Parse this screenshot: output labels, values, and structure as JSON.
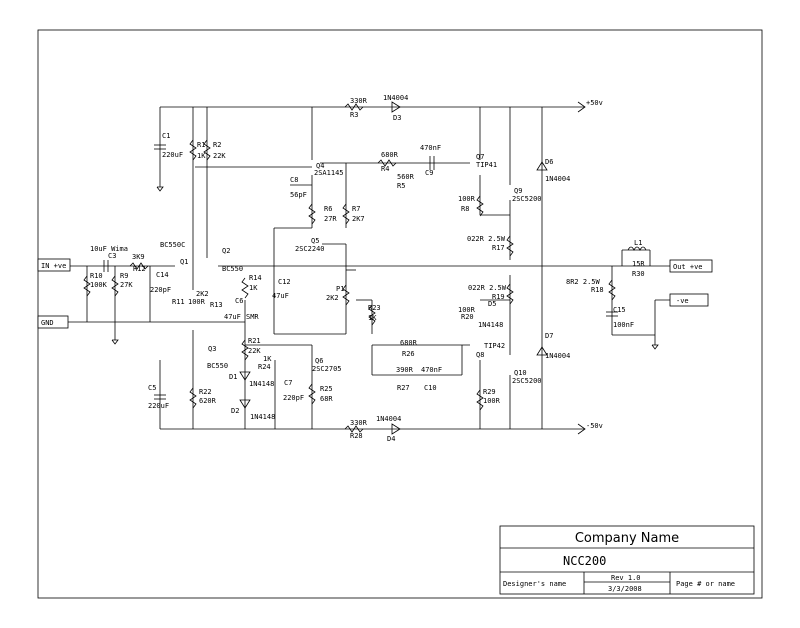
{
  "title_block": {
    "company": "Company Name",
    "project": "NCC200",
    "designer": "Designer's name",
    "rev": "Rev 1.0",
    "date": "3/3/2008",
    "page": "Page # or name"
  },
  "labels": {
    "in_pos": "IN +ve",
    "gnd": "GND",
    "out_pos": "Out +ve",
    "out_neg": "-ve",
    "vcc": "+50v",
    "vee": "-50v",
    "wima": "10uF Wima",
    "c3": "C3",
    "r12v": "3K9",
    "r12": "R12",
    "c14": "C14",
    "c14v": "220pF",
    "r10": "R10",
    "r10v": "100K",
    "r9": "R9",
    "r9v": "27K",
    "c1": "C1",
    "c1v": "220uF",
    "r1": "R1",
    "r1v": "1K",
    "r2": "R2",
    "r2v": "22K",
    "q1": "BC550C",
    "q1n": "Q1",
    "q2": "BC550",
    "q2n": "Q2",
    "r11": "R11",
    "r11v": "100R",
    "r13": "R13",
    "r13v": "2K2",
    "c6": "C6",
    "c6v": "47uF",
    "smr": "SMR",
    "r14": "R14",
    "r14v": "1K",
    "c12": "C12",
    "c12v": "47uF",
    "r3": "R3",
    "r3v": "330R",
    "d3": "D3",
    "d3v": "1N4004",
    "q4": "Q4",
    "q4v": "2SA1145",
    "c8": "C8",
    "c8v": "56pF",
    "r4": "R4",
    "r4v": "680R",
    "r5": "R5",
    "r5v": "560R",
    "c9": "C9",
    "c9v": "470nF",
    "r6": "R6",
    "r6v": "27R",
    "r7": "R7",
    "r7v": "2K7",
    "q5": "Q5",
    "q5v": "2SC2240",
    "p1": "P1",
    "p1v": "2K2",
    "r23": "R23",
    "r23v": "1K",
    "q7": "Q7",
    "q7v": "TIP41",
    "q9": "Q9",
    "q9v": "2SC5200",
    "r8": "R8",
    "r8v": "100R",
    "r17": "R17",
    "r17v": "022R 2.5W",
    "d6": "D6",
    "d6v": "1N4004",
    "l1": "L1",
    "r30": "R30",
    "r30v": "15R",
    "r18": "R18",
    "r18v": "8R2 2.5W",
    "c15": "C15",
    "c15v": "100nF",
    "r19": "R19",
    "r19v": "022R 2.5W",
    "r20": "R20",
    "r20v": "100R",
    "d5": "D5",
    "d5v": "1N4148",
    "d7": "D7",
    "d7v": "1N4004",
    "q8": "Q8",
    "q8v": "TIP42",
    "q10": "Q10",
    "q10v": "2SC5200",
    "r29": "R29",
    "r29v": "100R",
    "r26": "R26",
    "r26v": "680R",
    "r27": "R27",
    "r27v": "390R",
    "c10": "C10",
    "c10v": "470nF",
    "q3": "Q3",
    "q3v": "BC550",
    "r21": "R21",
    "r21v": "22K",
    "r24": "R24",
    "r24v": "1K",
    "q6": "Q6",
    "q6v": "2SC2705",
    "d1": "D1",
    "d1v": "1N4148",
    "d2": "D2",
    "d2v": "1N4148",
    "c7": "C7",
    "c7v": "220pF",
    "r25": "R25",
    "r25v": "68R",
    "c5": "C5",
    "c5v": "220uF",
    "r22": "R22",
    "r22v": "620R",
    "r28": "R28",
    "r28v": "330R",
    "d4": "D4",
    "d4v": "1N4004"
  }
}
